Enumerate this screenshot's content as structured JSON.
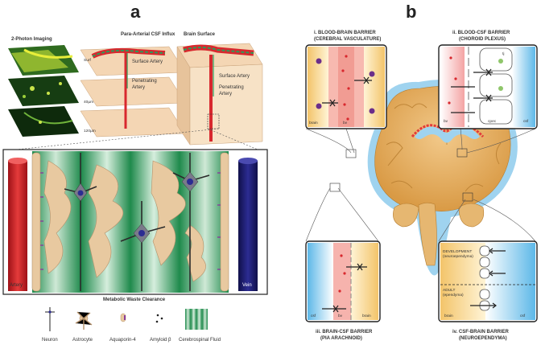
{
  "panel_a": {
    "letter": "a",
    "imaging_label": "2-Photon Imaging",
    "influx_title": "Para-Arterial CSF Influx",
    "brain_surface_label": "Brain Surface",
    "surface_artery": "Surface Artery",
    "penetrating_artery_line1": "Penetrating",
    "penetrating_artery_line2": "Artery",
    "surface_artery_2": "Surface Artery",
    "penetrating_artery_2_line1": "Penetrating",
    "penetrating_artery_2_line2": "Artery",
    "artery_label": "Artery",
    "vein_label": "Vein",
    "clearance_title": "Metabolic Waste Clearance",
    "legend": [
      "Neuron",
      "Astrocyte",
      "Aquaporin-4",
      "Amyloid β",
      "Cerebrospinal Fluid"
    ]
  },
  "panel_b": {
    "letter": "b",
    "box_i": {
      "title_line1": "i. BLOOD-BRAIN BARRIER",
      "title_line2": "(CEREBRAL VASCULATURE)",
      "bv": "bv",
      "left": "brain",
      "right": "bv"
    },
    "box_ii": {
      "title_line1": "ii. BLOOD-CSF BARRIER",
      "title_line2": "(CHOROID PLEXUS)",
      "bv": "bv",
      "cpec": "cpec",
      "csf": "csf",
      "tj": "tj"
    },
    "box_iii": {
      "title_line1": "iii. BRAIN-CSF BARRIER",
      "title_line2": "(PIA ARACHNOID)",
      "csf": "csf",
      "bv": "bv",
      "brain": "brain"
    },
    "box_iv": {
      "title_line1": "iv. CSF-BRAIN BARRIER",
      "title_line2": "(NEUROEPENDYMA)",
      "development": "DEVELOPMENT",
      "development_sub": "(neuroependyma)",
      "adult": "ADULT",
      "adult_sub": "(ependyma)",
      "brain": "brain",
      "csf": "csf"
    }
  },
  "colors": {
    "artery": "#d8282e",
    "vein": "#1f1f78",
    "csf_green": "#2e9b5a",
    "astrocyte": "#e8c9a0",
    "brain": "#e4b36a",
    "csf_blue": "#9fd3ef",
    "barrier_red": "#e23a3a"
  }
}
